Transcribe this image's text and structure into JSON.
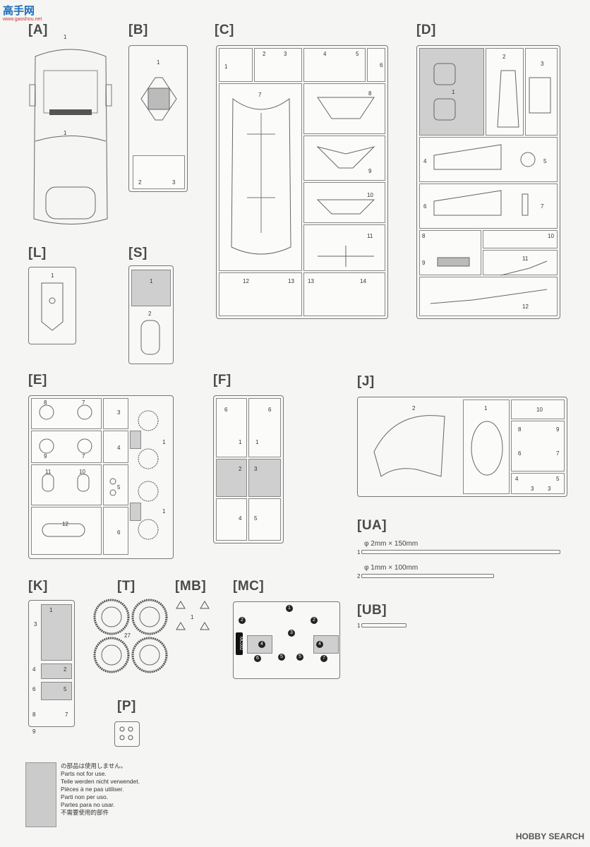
{
  "site": {
    "logo": "高手网",
    "url": "www.gaoshou.net"
  },
  "watermark": "HOBBY SEARCH",
  "labels": {
    "A": "[A]",
    "B": "[B]",
    "C": "[C]",
    "D": "[D]",
    "L": "[L]",
    "S": "[S]",
    "E": "[E]",
    "F": "[F]",
    "J": "[J]",
    "UA": "[UA]",
    "UB": "[UB]",
    "K": "[K]",
    "T": "[T]",
    "MB": "[MB]",
    "MC": "[MC]",
    "P": "[P]"
  },
  "rods": {
    "ua1": "φ 2mm × 150mm",
    "ua2": "φ 1mm × 100mm"
  },
  "mc_code": "MC002",
  "legend": [
    "の部品は使用しません。",
    "Parts not for use.",
    "Teile werden nicht verwendet.",
    "Pièces à ne pas utiliser.",
    "Parti non per uso.",
    "Partes para no usar.",
    "不需要使用的部件"
  ],
  "nums": {
    "n1": "1",
    "n2": "2",
    "n3": "3",
    "n4": "4",
    "n5": "5",
    "n6": "6",
    "n7": "7",
    "n8": "8",
    "n9": "9",
    "n10": "10",
    "n11": "11",
    "n12": "12",
    "n13": "13",
    "n14": "14",
    "n27": "27"
  }
}
